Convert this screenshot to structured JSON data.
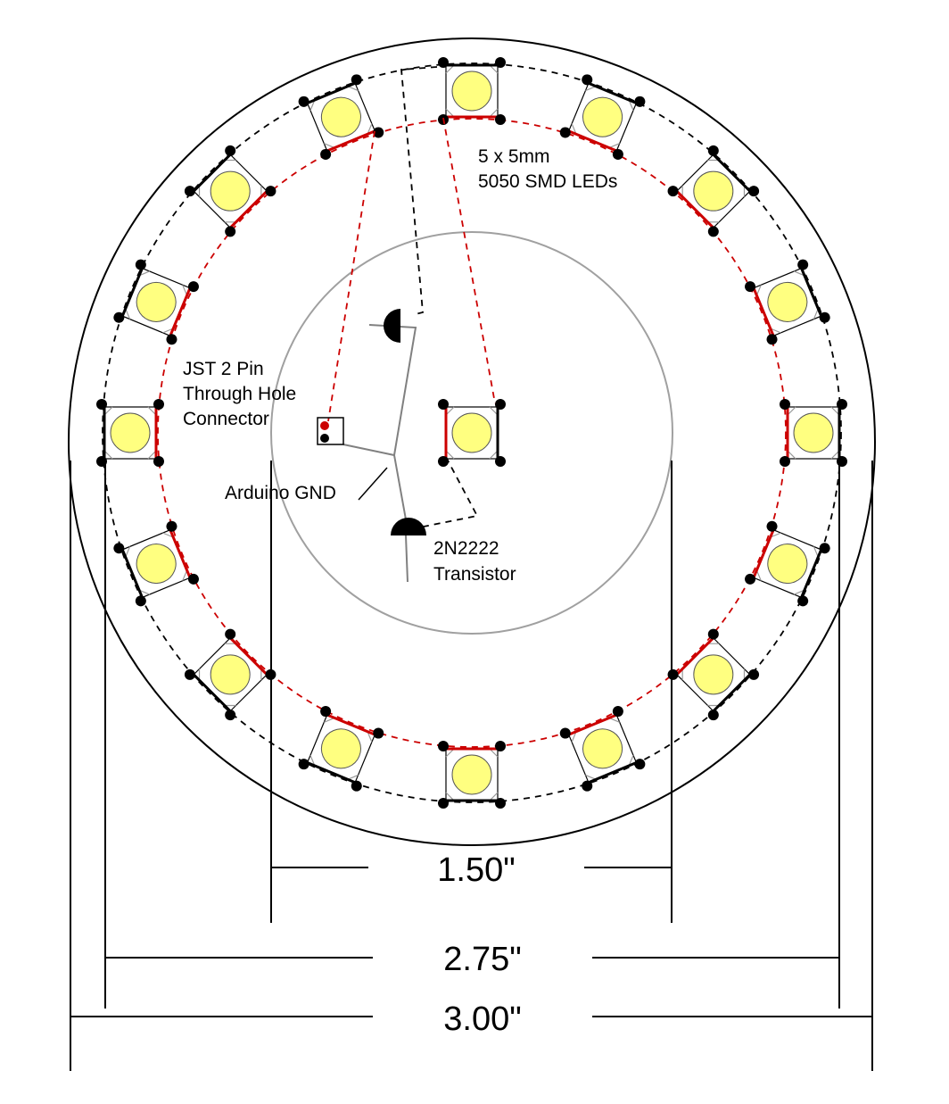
{
  "labels": {
    "led_line1": "5 x 5mm",
    "led_line2": "5050 SMD LEDs",
    "jst_line1": "JST 2 Pin",
    "jst_line2": "Through Hole",
    "jst_line3": "Connector",
    "gnd": "Arduino GND",
    "transistor_line1": "2N2222",
    "transistor_line2": "Transistor"
  },
  "dimensions": {
    "inner": "1.50\"",
    "middle": "2.75\"",
    "outer": "3.00\""
  },
  "components": {
    "led_count": 17,
    "led_ring_count": 16,
    "colors": {
      "led_fill": "#ffff80",
      "positive_trace": "#cc0000",
      "negative_trace": "#000000",
      "board_outline": "#000000",
      "inner_circle": "#a0a0a0"
    }
  }
}
